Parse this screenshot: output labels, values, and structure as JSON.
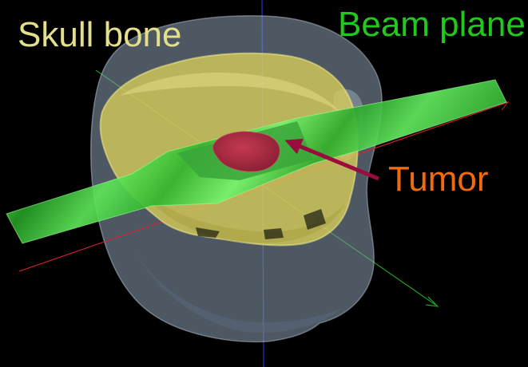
{
  "labels": {
    "skull_bone": "Skull bone",
    "beam_plane": "Beam plane",
    "tumor": "Tumor"
  },
  "colors": {
    "background": "#000000",
    "skull_label": "#e3df8a",
    "beam_label": "#22c81e",
    "tumor_label": "#f06a10",
    "head": "#7c8da0",
    "skull": "#d4cb5a",
    "beam": "#3fe23a",
    "tumor": "#b0304a",
    "arrow": "#9a0b3e",
    "axis_x": "#e0202a",
    "axis_y": "#1e2ec8",
    "axis_z": "#20c020"
  }
}
